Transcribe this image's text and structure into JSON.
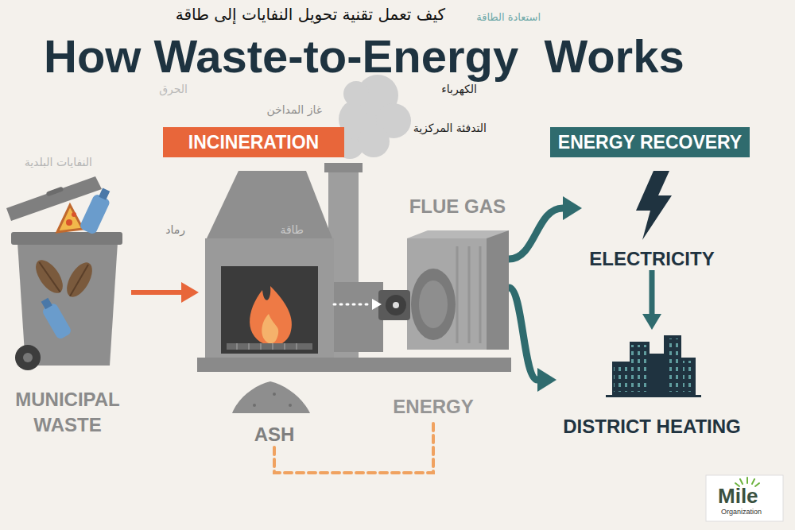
{
  "diagram": {
    "title": "How Waste-to-Energy  Works",
    "nodes": [
      {
        "text": [
          "INCINERATION"
        ]
      },
      {
        "text": [
          "ENERGY RECOVERY"
        ]
      },
      {
        "text": [
          "MUNICIPAL WASTE"
        ]
      },
      {
        "text": [
          "FLUE GAS"
        ]
      },
      {
        "text": [
          "ELECTRICITY"
        ]
      },
      {
        "text": [
          "ASH"
        ]
      },
      {
        "text": [
          "ENERGY"
        ]
      },
      {
        "text": [
          "DISTRICT HEATING"
        ]
      }
    ],
    "edges": [
      {
        "from": 2,
        "to": 0,
        "arrow": "to"
      },
      {
        "from": 0,
        "to": 3,
        "arrow": "to"
      },
      {
        "from": 3,
        "to": 4,
        "arrow": "to"
      },
      {
        "from": 3,
        "to": 7,
        "arrow": "to"
      },
      {
        "from": 4,
        "to": 7,
        "arrow": "to"
      },
      {
        "from": 5,
        "to": 6,
        "arrow": "none"
      }
    ],
    "labels": [
      "كيف تعمل تقنية تحويل النفايات إلى طاقة",
      "استعادة الطاقة",
      "الحرق",
      "الكهرباء",
      "غاز المداخن",
      "التدفئة المركزية",
      "النفايات البلدية",
      "رماد",
      "طاقة",
      "Mile",
      "Organization"
    ]
  }
}
